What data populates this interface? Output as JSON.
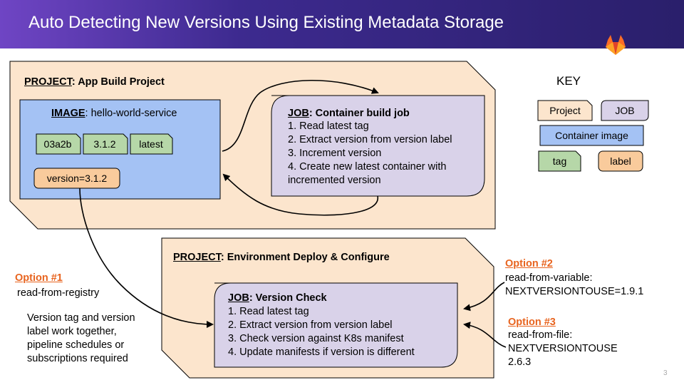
{
  "title": "Auto Detecting New Versions Using Existing Metadata Storage",
  "icons": {
    "logo": "gitlab-fox-icon"
  },
  "colors": {
    "project_fill": "#fce5cd",
    "image_fill": "#a4c2f4",
    "job_fill": "#d9d2e9",
    "tag_fill": "#b6d7a8",
    "label_fill": "#f9cb9c",
    "option_text": "#e8641f"
  },
  "build_project": {
    "heading_prefix": "PROJECT",
    "heading_rest": ": App Build Project",
    "image": {
      "heading_prefix": "IMAGE",
      "heading_rest": ": hello-world-service",
      "tags": [
        "03a2b",
        "3.1.2",
        "latest"
      ],
      "label": "version=3.1.2"
    },
    "job": {
      "heading_prefix": "JOB",
      "heading_rest": ": Container build job",
      "steps": [
        "1. Read latest tag",
        "2. Extract version from version label",
        "3. Increment version",
        "4. Create new latest container with",
        "incremented version"
      ]
    }
  },
  "deploy_project": {
    "heading_prefix": "PROJECT",
    "heading_rest": ": Environment Deploy & Configure",
    "job": {
      "heading_prefix": "JOB",
      "heading_rest": ": Version Check",
      "steps": [
        "1. Read latest tag",
        "2. Extract version from version label",
        "3. Check version against K8s manifest",
        "4. Update manifests if version is different"
      ]
    }
  },
  "key": {
    "title": "KEY",
    "project": "Project",
    "job": "JOB",
    "container_image": "Container image",
    "tag": "tag",
    "label": "label"
  },
  "options": {
    "opt1": {
      "title": "Option #1",
      "text": "read-from-registry",
      "note": [
        "Version tag and version",
        "label work together,",
        "pipeline schedules or",
        "subscriptions required"
      ]
    },
    "opt2": {
      "title": "Option #2",
      "lines": [
        "read-from-variable:",
        "NEXTVERSIONTOUSE=1.9.1"
      ]
    },
    "opt3": {
      "title": "Option #3",
      "lines": [
        "read-from-file:",
        "NEXTVERSIONTOUSE",
        "2.6.3"
      ]
    }
  },
  "page_number": "3"
}
